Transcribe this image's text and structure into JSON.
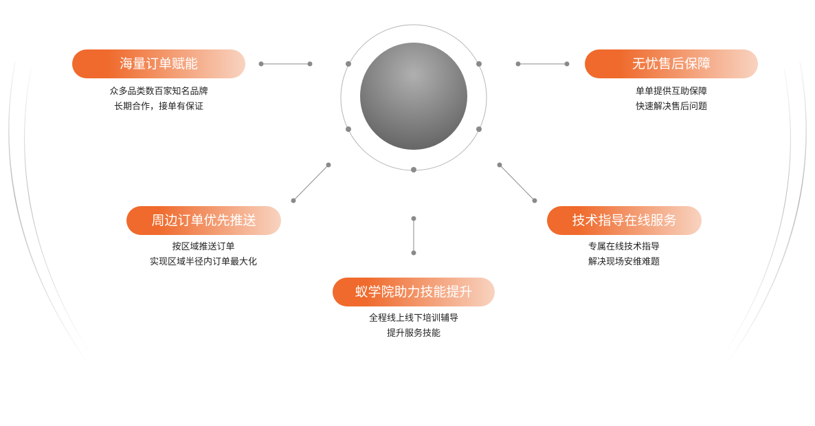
{
  "colors": {
    "pill_gradient_start": "#ef6a2c",
    "pill_gradient_end": "#f8d3c0",
    "connector": "#8a8a8a",
    "outer_arc": "#bdbdbd",
    "center_circle_light": "#a9a9a9",
    "center_circle_dark": "#6b6b6b"
  },
  "features": [
    {
      "id": "massive-orders",
      "title": "海量订单赋能",
      "lines": [
        "众多品类数百家知名品牌",
        "长期合作，接单有保证"
      ]
    },
    {
      "id": "worry-free-aftersales",
      "title": "无忧售后保障",
      "lines": [
        "单单提供互助保障",
        "快速解决售后问题"
      ]
    },
    {
      "id": "nearby-orders",
      "title": "周边订单优先推送",
      "lines": [
        "按区域推送订单",
        "实现区域半径内订单最大化"
      ]
    },
    {
      "id": "tech-guidance",
      "title": "技术指导在线服务",
      "lines": [
        "专属在线技术指导",
        "解决现场安维难题"
      ]
    },
    {
      "id": "academy-skills",
      "title": "蚁学院助力技能提升",
      "lines": [
        "全程线上线下培训辅导",
        "提升服务技能"
      ]
    }
  ]
}
